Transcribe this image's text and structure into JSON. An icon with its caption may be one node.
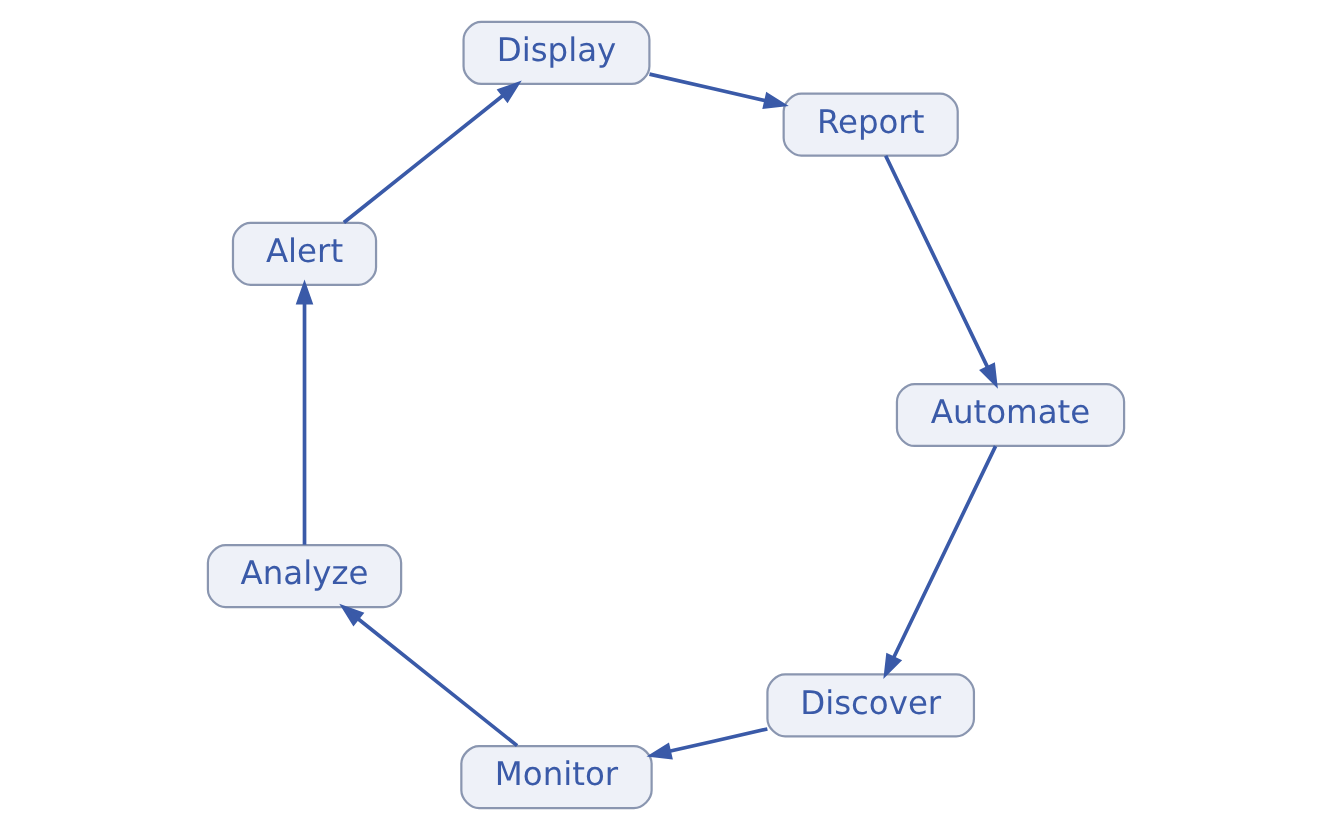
{
  "diagram": {
    "nodes": [
      {
        "text": [
          "Discover"
        ]
      },
      {
        "text": [
          "Monitor"
        ]
      },
      {
        "text": [
          "Analyze"
        ]
      },
      {
        "text": [
          "Alert"
        ]
      },
      {
        "text": [
          "Display"
        ]
      },
      {
        "text": [
          "Report"
        ]
      },
      {
        "text": [
          "Automate"
        ]
      }
    ],
    "edges": [
      {
        "from": 0,
        "to": 1,
        "arrow": "to"
      },
      {
        "from": 1,
        "to": 2,
        "arrow": "to"
      },
      {
        "from": 2,
        "to": 3,
        "arrow": "to"
      },
      {
        "from": 3,
        "to": 4,
        "arrow": "to"
      },
      {
        "from": 4,
        "to": 5,
        "arrow": "to"
      },
      {
        "from": 5,
        "to": 6,
        "arrow": "to"
      },
      {
        "from": 6,
        "to": 0,
        "arrow": "to"
      }
    ]
  }
}
